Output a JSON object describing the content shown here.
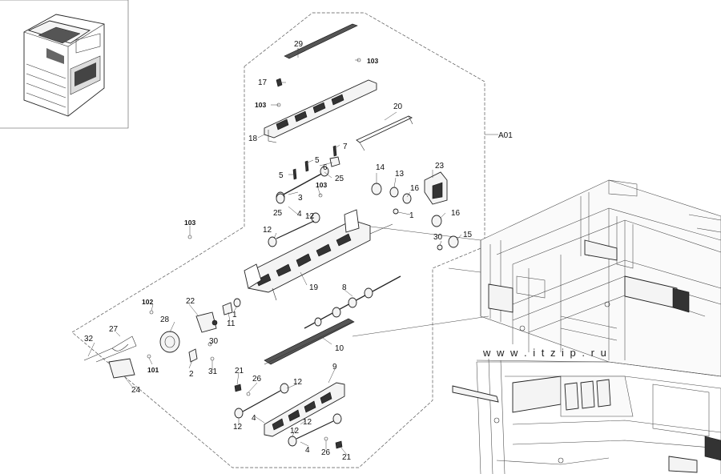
{
  "watermark": "w w w . i t z i p . r u",
  "assembly_label": "A01",
  "callouts": {
    "c29": "29",
    "c103a": "103",
    "c17": "17",
    "c103b": "103",
    "c20": "20",
    "c18": "18",
    "c7": "7",
    "c5a": "5",
    "c6": "6",
    "c5b": "5",
    "c25a": "25",
    "c3": "3",
    "c103c": "103",
    "c14": "14",
    "c13": "13",
    "c23": "23",
    "c16a": "16",
    "c25b": "25",
    "c4a": "4",
    "c12a": "12",
    "c1a": "1",
    "c16b": "16",
    "c103d": "103",
    "c12b": "12",
    "c30a": "30",
    "c15": "15",
    "c19": "19",
    "c8": "8",
    "c22": "22",
    "c102": "102",
    "c11": "11",
    "c1b": "1",
    "c28": "28",
    "c27": "27",
    "c32": "32",
    "c30b": "30",
    "c10": "10",
    "c2": "2",
    "c101": "101",
    "c31": "31",
    "c24": "24",
    "c9": "9",
    "c21a": "21",
    "c26a": "26",
    "c12c": "12",
    "c4b": "4",
    "c12d": "12",
    "c12e": "12",
    "c12f": "12",
    "c4c": "4",
    "c26b": "26",
    "c21b": "21"
  },
  "icons": {
    "thumbnail": "copier-machine-icon"
  }
}
